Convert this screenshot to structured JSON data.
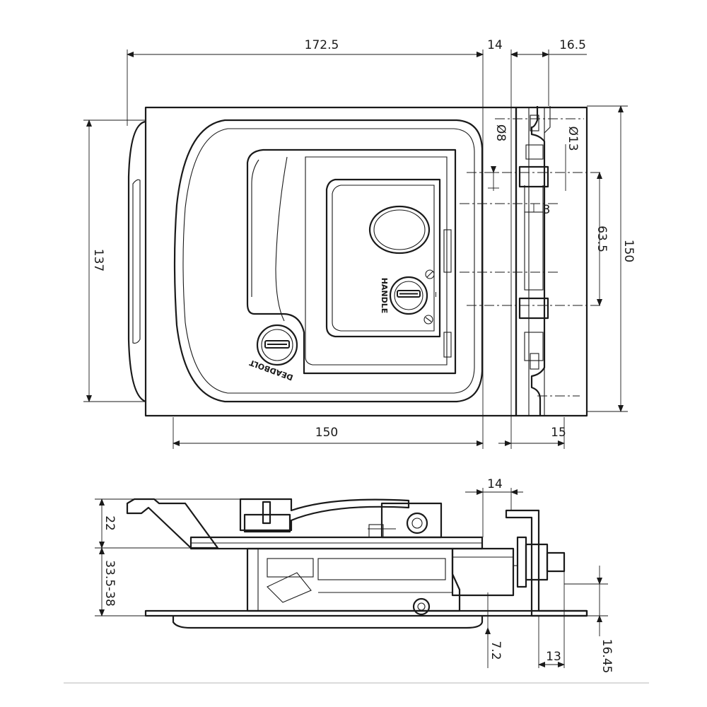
{
  "top_view": {
    "dims": {
      "overall_width": "172.5",
      "flange_gap": "14",
      "bracket_width": "16.5",
      "hole_small": "Ø8",
      "hole_large": "Ø13",
      "offset_small": "3",
      "hole_pitch": "63.5",
      "body_height": "150",
      "plate_height": "137",
      "body_width": "150",
      "bracket_depth": "15"
    },
    "labels": {
      "deadbolt": "DEADBOLT",
      "handle": "HANDLE"
    }
  },
  "side_view": {
    "dims": {
      "flange_gap": "14",
      "handle_height": "22",
      "depth_range": "33.5-38",
      "bottom_offset": "7.2",
      "bracket_thickness": "13",
      "bracket_height": "16.45"
    }
  }
}
